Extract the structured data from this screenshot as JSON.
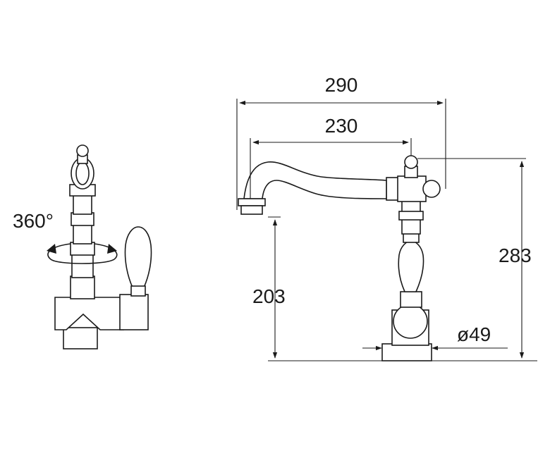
{
  "dimensions": {
    "rotation": "360°",
    "overall_reach": "290",
    "spout_reach": "230",
    "total_height": "283",
    "spout_height": "203",
    "base_diameter": "ø49"
  },
  "colors": {
    "line": "#1a1a1a",
    "background": "#ffffff"
  }
}
